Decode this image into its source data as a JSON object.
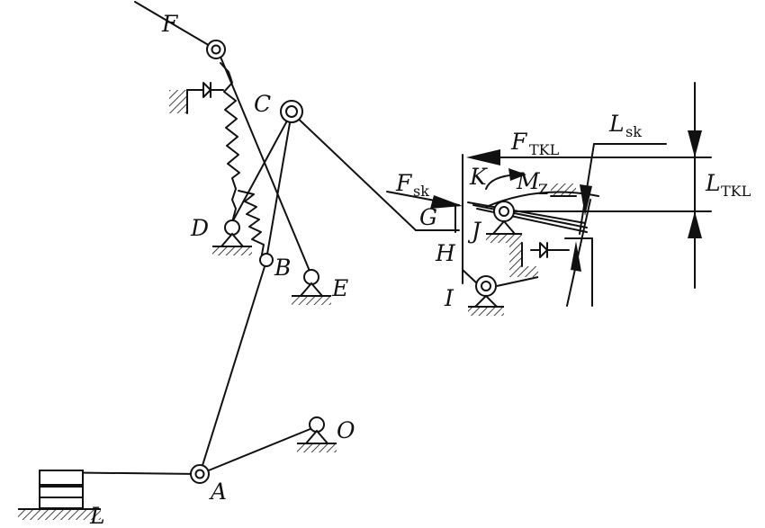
{
  "diagram": {
    "points": {
      "F": "F",
      "C": "C",
      "D": "D",
      "B": "B",
      "E": "E",
      "G": "G",
      "H": "H",
      "K": "K",
      "J": "J",
      "I": "I",
      "O": "O",
      "A": "A",
      "L": "L"
    },
    "symbols": {
      "force_sk": {
        "base": "F",
        "sub": "sk"
      },
      "force_tkl": {
        "base": "F",
        "sub": "TKL"
      },
      "moment_z": {
        "base": "M",
        "sub": "Z"
      },
      "length_sk": {
        "base": "L",
        "sub": "sk"
      },
      "length_tkl": {
        "base": "L",
        "sub": "TKL"
      }
    }
  }
}
